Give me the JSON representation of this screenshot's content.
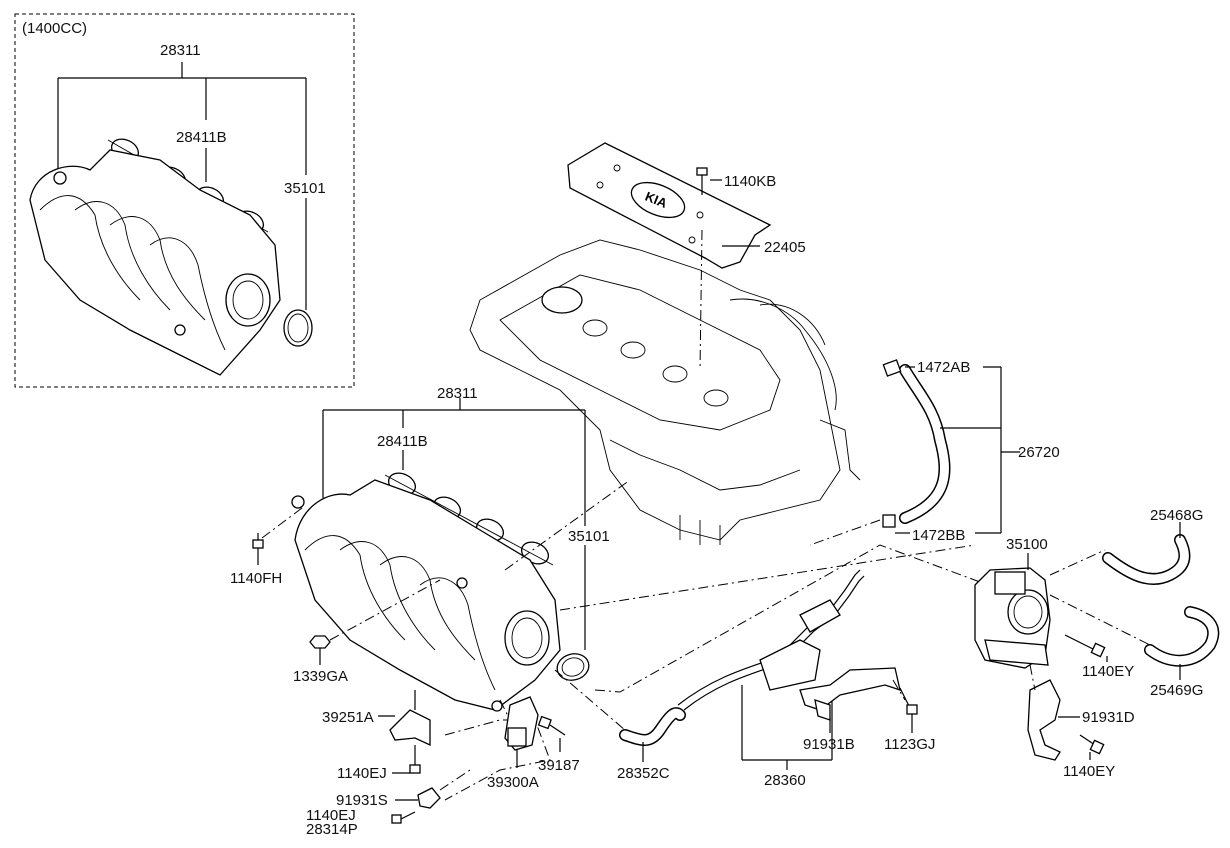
{
  "variant_box": {
    "label": "(1400CC)"
  },
  "labels": {
    "p28311_a": "28311",
    "p28411B_a": "28411B",
    "p35101_a": "35101",
    "p1140KB": "1140KB",
    "p22405": "22405",
    "p1472AB": "1472AB",
    "p26720": "26720",
    "p1472BB": "1472BB",
    "p28311_b": "28311",
    "p28411B_b": "28411B",
    "p35101_b": "35101",
    "p1140FH": "1140FH",
    "p1339GA": "1339GA",
    "p39251A": "39251A",
    "p1140EJ_a": "1140EJ",
    "p91931S": "91931S",
    "p1140EJ_b": "1140EJ",
    "p28314P": "28314P",
    "p39300A": "39300A",
    "p39187": "39187",
    "p28352C": "28352C",
    "p28360": "28360",
    "p91931B": "91931B",
    "p1123GJ": "1123GJ",
    "p35100": "35100",
    "p25468G": "25468G",
    "p1140EY_a": "1140EY",
    "p25469G": "25469G",
    "p91931D": "91931D",
    "p1140EY_b": "1140EY"
  },
  "icons": [
    "kia-logo-icon"
  ]
}
